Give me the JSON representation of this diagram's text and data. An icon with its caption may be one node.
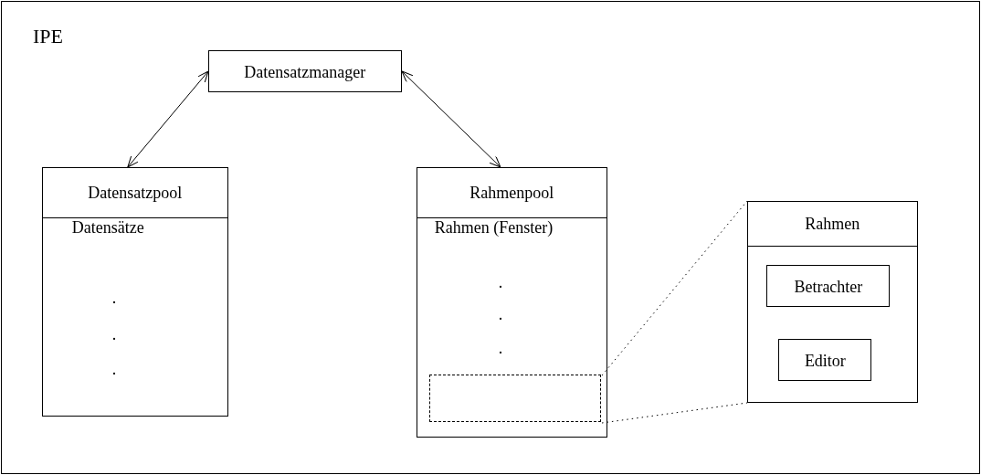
{
  "diagram": {
    "nodes": [
      {
        "text": [
          "IPE"
        ]
      },
      {
        "text": [
          "Datensatzmanager"
        ],
        "in": 0
      },
      {
        "text": [
          "Datensatzpool",
          "Datensätze",
          ".",
          ".",
          "."
        ],
        "in": 0
      },
      {
        "text": [
          "Rahmenpool",
          "Rahmen (Fenster)",
          ".",
          ".",
          "."
        ],
        "in": 0
      },
      {
        "text": [],
        "shape": "box",
        "in": 3
      },
      {
        "text": [
          "Rahmen"
        ],
        "in": 0
      },
      {
        "text": [
          "Betrachter"
        ],
        "in": 5
      },
      {
        "text": [
          "Editor"
        ],
        "in": 5
      }
    ],
    "edges": [
      {
        "from": 1,
        "to": 2,
        "arrow": "both"
      },
      {
        "from": 1,
        "to": 3,
        "arrow": "both"
      },
      {
        "from": 4,
        "to": 5,
        "arrow": "none",
        "style": "dashed"
      },
      {
        "from": 4,
        "to": 5,
        "arrow": "none",
        "style": "dashed"
      }
    ]
  }
}
